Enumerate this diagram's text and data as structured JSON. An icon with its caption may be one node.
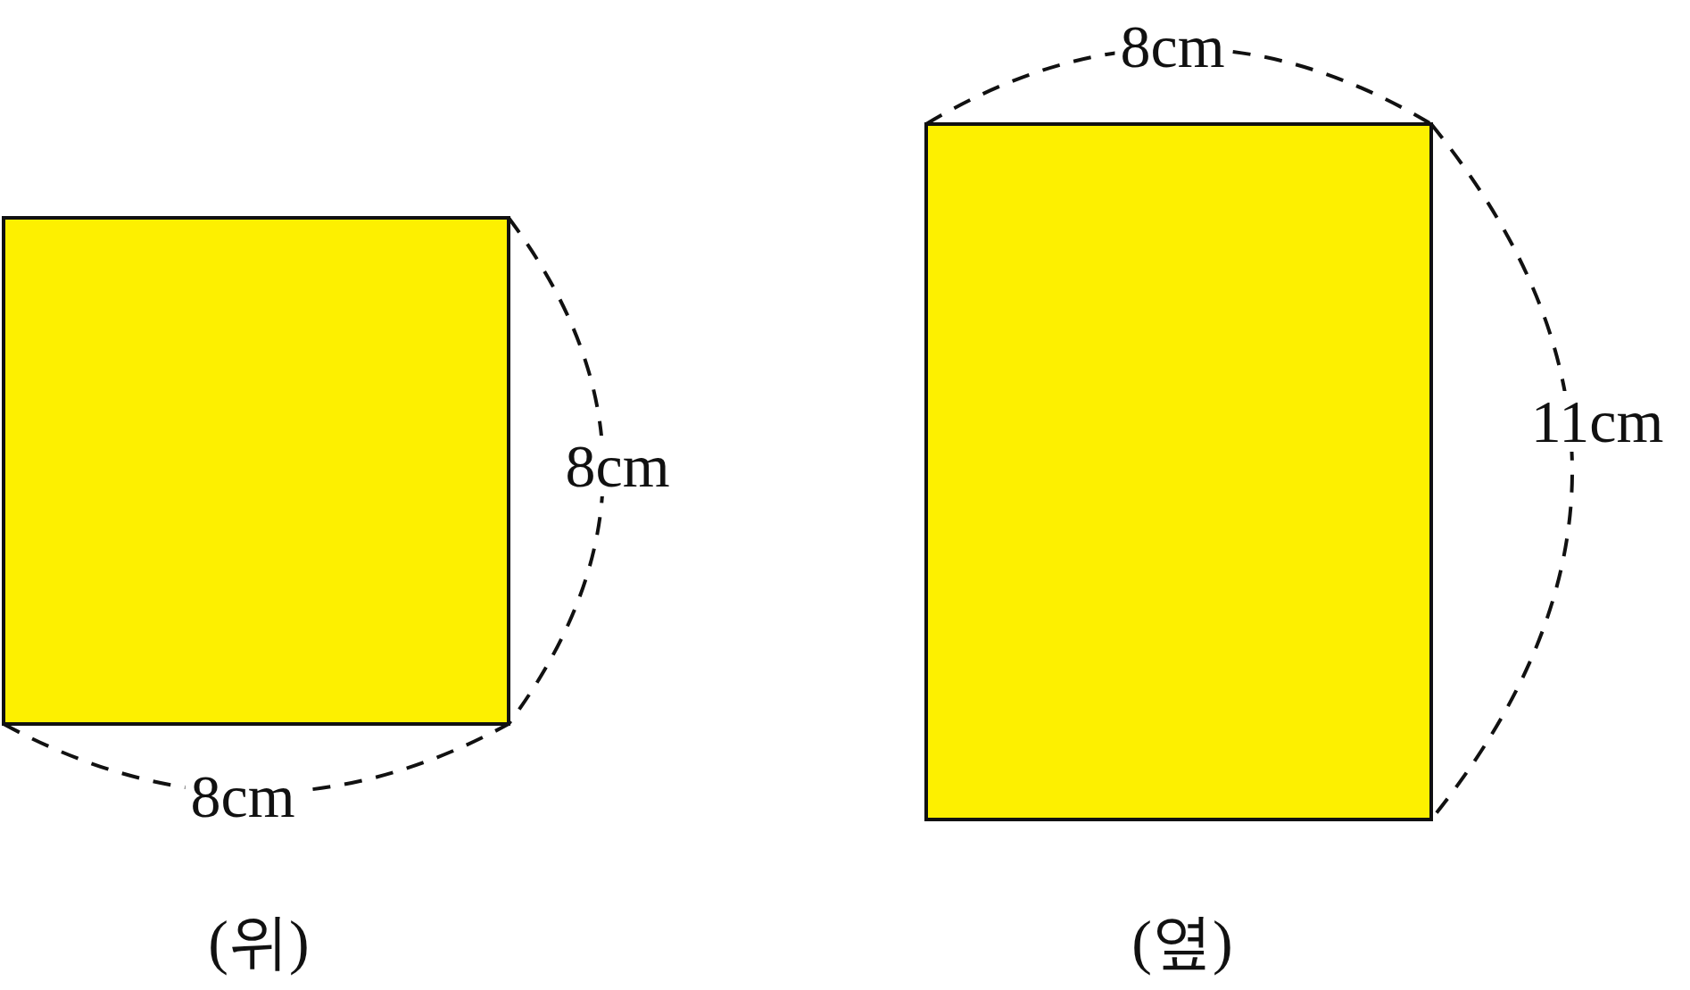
{
  "diagram": {
    "nodes": [
      {
        "text": [],
        "shape": "box"
      },
      {
        "text": [],
        "shape": "box"
      }
    ],
    "labels": [
      "8cm",
      "8cm",
      "(위)",
      "8cm",
      "11cm",
      "(옆)"
    ]
  }
}
